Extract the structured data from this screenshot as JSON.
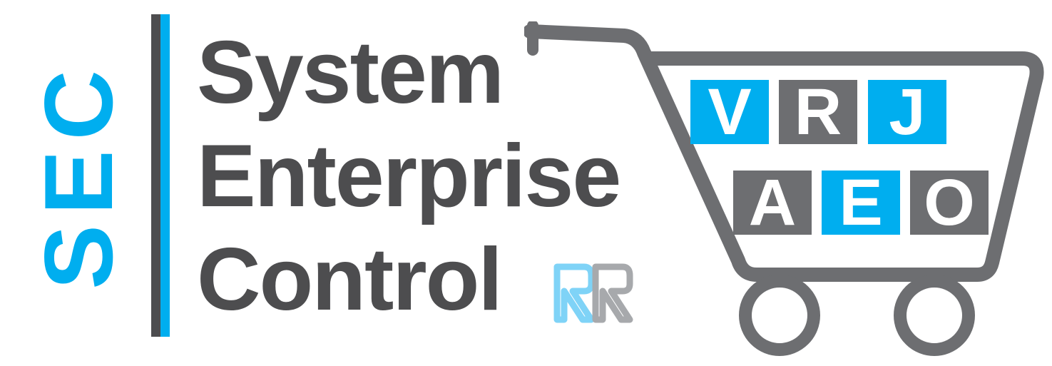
{
  "logo": {
    "abbreviation": "SEC",
    "title_lines": [
      "System",
      "Enterprise",
      "Control"
    ],
    "cart_tiles": [
      {
        "letter": "V",
        "color": "#00AEEF"
      },
      {
        "letter": "R",
        "color": "#6D6E71"
      },
      {
        "letter": "J",
        "color": "#00AEEF"
      },
      {
        "letter": "A",
        "color": "#6D6E71"
      },
      {
        "letter": "E",
        "color": "#00AEEF"
      },
      {
        "letter": "O",
        "color": "#6D6E71"
      }
    ],
    "icons": {
      "divider": "vertical-bar",
      "brand_mark": "rr-monogram-icon",
      "cart": "shopping-cart-icon"
    }
  },
  "colors": {
    "accent_blue": "#00AEEF",
    "dark_gray": "#4D4D4F",
    "cart_gray": "#6D6E71",
    "light_blue": "#7FD3F7",
    "light_gray": "#A7A9AC"
  }
}
